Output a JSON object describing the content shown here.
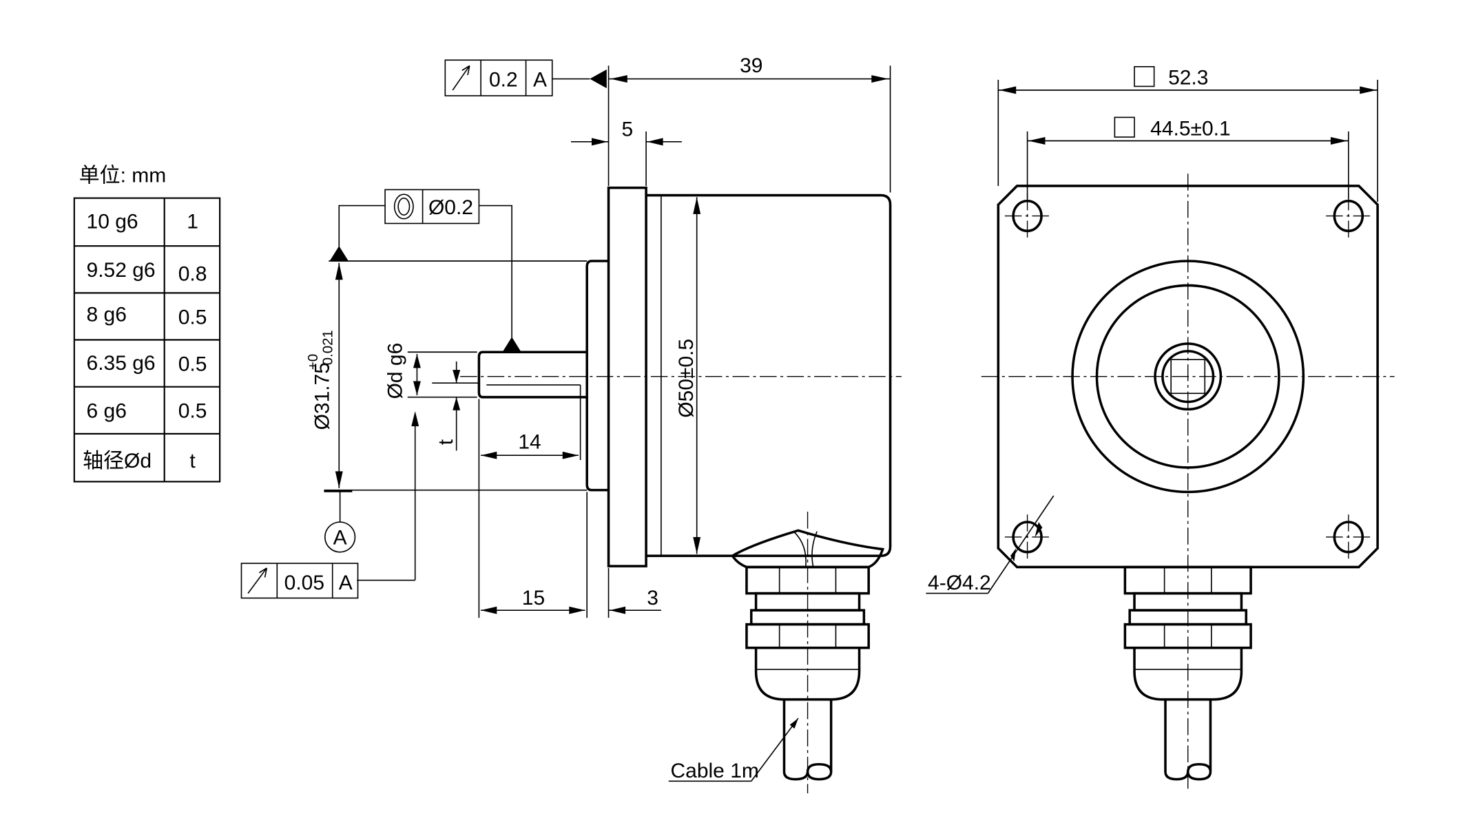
{
  "unit_label": "单位: mm",
  "table": {
    "rows": [
      {
        "d": "10 g6",
        "t": "1"
      },
      {
        "d": "9.52 g6",
        "t": "0.8"
      },
      {
        "d": "8 g6",
        "t": "0.5"
      },
      {
        "d": "6.35 g6",
        "t": "0.5"
      },
      {
        "d": "6 g6",
        "t": "0.5"
      },
      {
        "d": "轴径Ød",
        "t": "t"
      }
    ]
  },
  "side_view": {
    "fcf_runout_top": {
      "tolerance": "0.2",
      "datum": "A"
    },
    "fcf_concentricity": {
      "tolerance": "Ø0.2"
    },
    "fcf_runout_bottom": {
      "tolerance": "0.05",
      "datum": "A"
    },
    "datum_label": "A",
    "dim_length": "39",
    "dim_flange": "5",
    "dim_shaft_flat": "14",
    "dim_shaft": "15",
    "dim_pilot": "3",
    "dim_body_dia": "Ø50±0.5",
    "dim_pilot_dia": "Ø31.75",
    "dim_pilot_tol_upper": "+0",
    "dim_pilot_tol_lower": "-0.021",
    "dim_shaft_dia": "Ød g6",
    "dim_t": "t",
    "cable_label": "Cable 1m"
  },
  "front_view": {
    "dim_square": "52.3",
    "dim_hole_spacing": "44.5±0.1",
    "dim_holes": "4-Ø4.2"
  }
}
